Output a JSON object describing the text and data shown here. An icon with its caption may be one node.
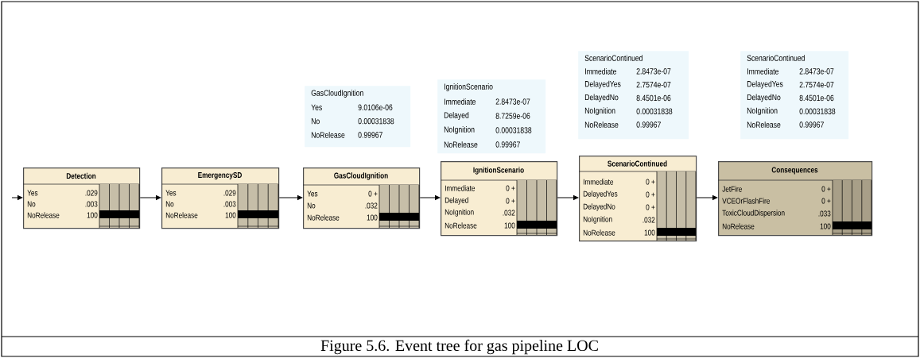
{
  "diagram": {
    "caption": "Figure 5.6. Event tree for gas pipeline LOC",
    "nodes": [
      {
        "text": [
          "Detection",
          "Yes",
          ".029",
          "No",
          ".003",
          "NoRelease",
          "100"
        ]
      },
      {
        "text": [
          "EmergencySD",
          "Yes",
          ".029",
          "No",
          ".003",
          "NoRelease",
          "100"
        ]
      },
      {
        "text": [
          "GasCloudIgnition",
          "Yes",
          "0 +",
          "No",
          ".032",
          "NoRelease",
          "100"
        ]
      },
      {
        "text": [
          "IgnitionScenario",
          "Immediate",
          "0 +",
          "Delayed",
          "0 +",
          "NoIgnition",
          ".032",
          "NoRelease",
          "100"
        ]
      },
      {
        "text": [
          "ScenarioContinued",
          "Immediate",
          "0 +",
          "DelayedYes",
          "0 +",
          "DelayedNo",
          "0 +",
          "NoIgnition",
          ".032",
          "NoRelease",
          "100"
        ]
      },
      {
        "text": [
          "Consequences",
          "JetFire",
          "0 +",
          "VCEOrFlashFire",
          "0 +",
          "ToxicCloudDispersion",
          ".033",
          "NoRelease",
          "100"
        ]
      },
      {
        "text": [
          "GasCloudIgnition",
          "Yes",
          "9.0106e-06",
          "No",
          "0.00031838",
          "NoRelease",
          "0.99967"
        ]
      },
      {
        "text": [
          "IgnitionScenario",
          "Immediate",
          "2.8473e-07",
          "Delayed",
          "8.7259e-06",
          "NoIgnition",
          "0.00031838",
          "NoRelease",
          "0.99967"
        ]
      },
      {
        "text": [
          "ScenarioContinued",
          "Immediate",
          "2.8473e-07",
          "DelayedYes",
          "2.7574e-07",
          "DelayedNo",
          "8.4501e-06",
          "NoIgnition",
          "0.00031838",
          "NoRelease",
          "0.99967"
        ]
      },
      {
        "text": [
          "ScenarioContinued",
          "Immediate",
          "2.8473e-07",
          "DelayedYes",
          "2.7574e-07",
          "DelayedNo",
          "8.4501e-06",
          "NoIgnition",
          "0.00031838",
          "NoRelease",
          "0.99967"
        ]
      }
    ],
    "edges": [
      {
        "from": null,
        "to": 0,
        "arrow": "to"
      },
      {
        "from": 0,
        "to": 1,
        "arrow": "to"
      },
      {
        "from": 1,
        "to": 2,
        "arrow": "to"
      },
      {
        "from": 2,
        "to": 3,
        "arrow": "to"
      },
      {
        "from": 3,
        "to": 4,
        "arrow": "to"
      },
      {
        "from": 4,
        "to": 5,
        "arrow": "to"
      }
    ]
  }
}
